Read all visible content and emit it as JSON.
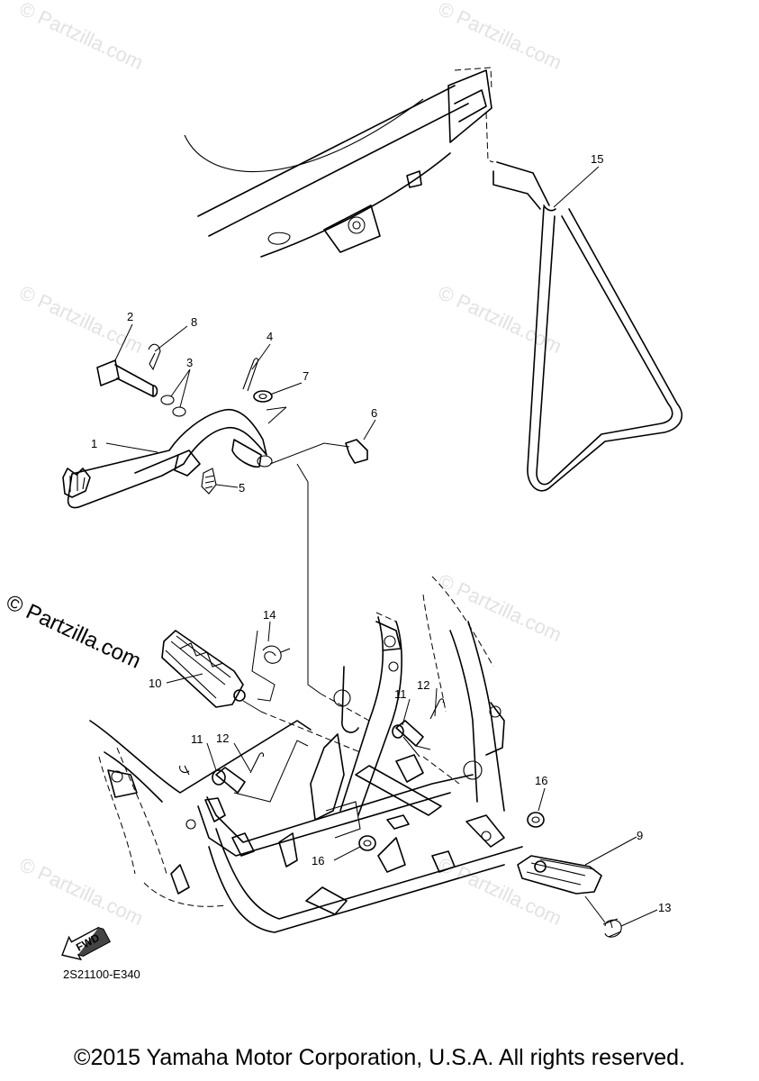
{
  "watermark": {
    "small_text": "© Partzilla.com",
    "large_text": "© Partzilla.com"
  },
  "callouts": [
    "1",
    "2",
    "3",
    "4",
    "5",
    "6",
    "7",
    "8",
    "9",
    "10",
    "11",
    "11",
    "12",
    "12",
    "13",
    "14",
    "15",
    "16",
    "16"
  ],
  "diagram_code": "2S21100-E340",
  "fwd_label": "FWD",
  "copyright": "©2015 Yamaha Motor Corporation, U.S.A. All rights reserved."
}
